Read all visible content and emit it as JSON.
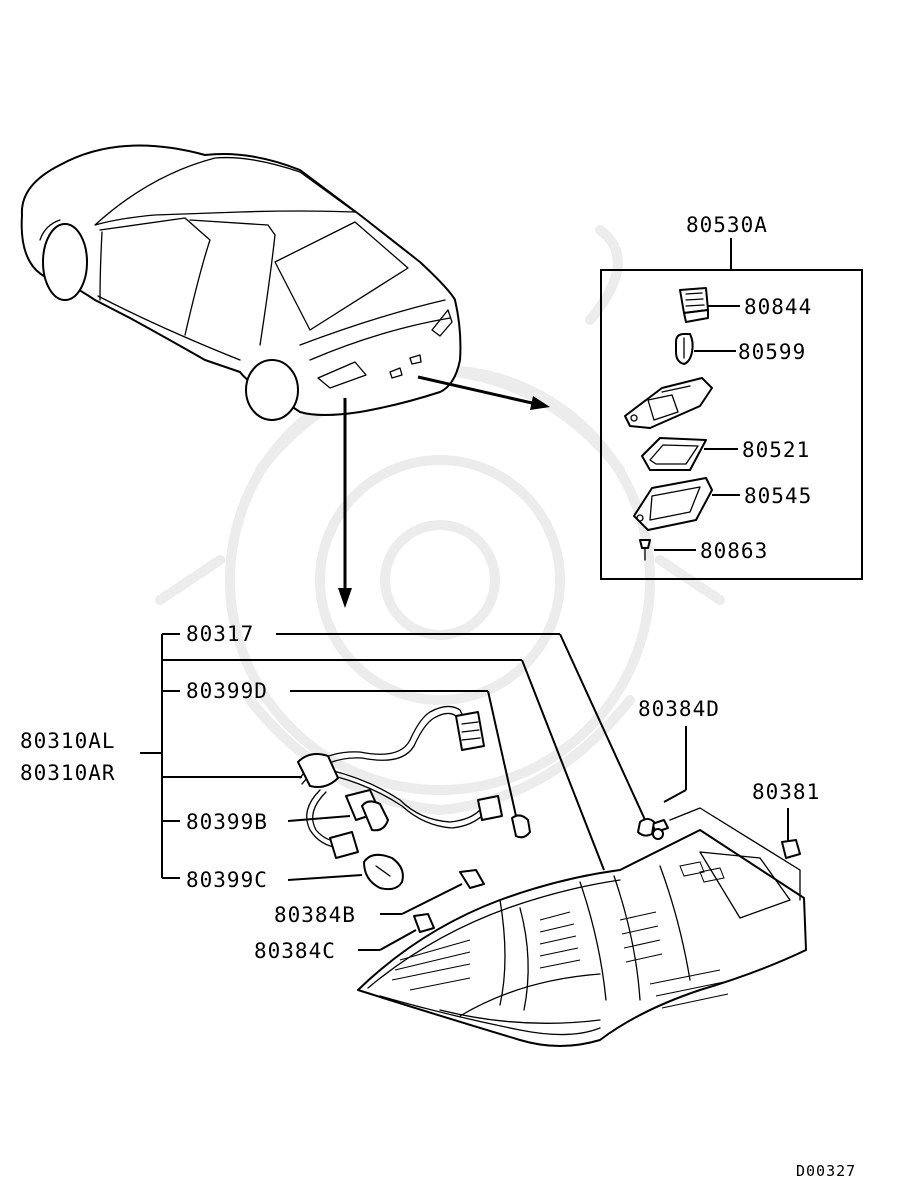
{
  "diagram_code": "D00327",
  "callouts": {
    "lamp_assembly_left": "80310AL",
    "lamp_assembly_right": "80310AR",
    "license_lamp_assembly": "80530A",
    "socket": "80844",
    "license_bulb": "80599",
    "lens_gasket": "80521",
    "lens": "80545",
    "screw": "80863",
    "tail_lamp_lens_part": "80317",
    "socket_d": "80399D",
    "socket_b": "80399B",
    "socket_c": "80399C",
    "nut_d": "80384D",
    "nut_b": "80384B",
    "nut_c": "80384C",
    "screw_tail": "80381"
  },
  "icons": [
    "car-outline-icon",
    "arrow-down-icon",
    "arrow-right-icon",
    "wiring-harness-icon",
    "bulb-icon",
    "tail-lamp-icon"
  ]
}
